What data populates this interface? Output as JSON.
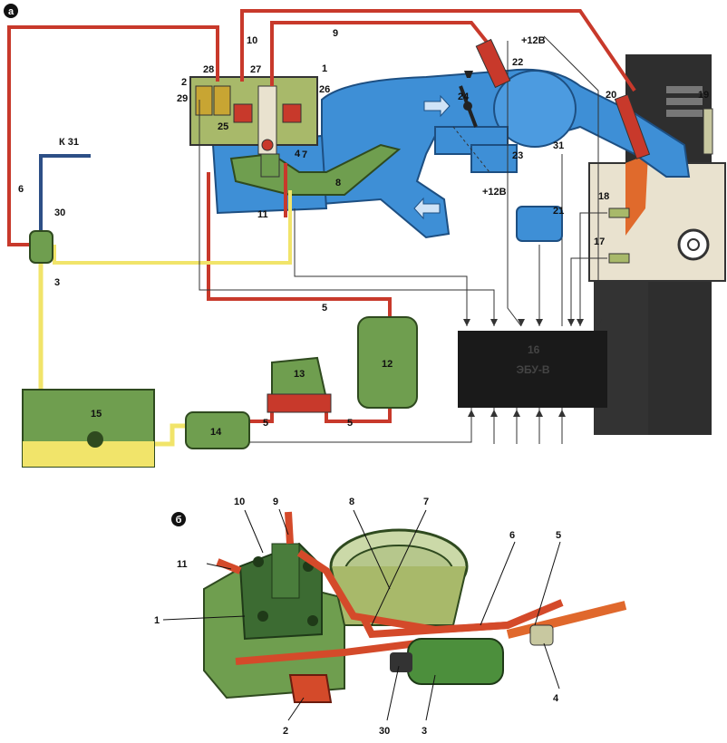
{
  "panels": {
    "a": {
      "marker": "а"
    },
    "b": {
      "marker": "б"
    }
  },
  "labels_top": {
    "n1": "1",
    "n2": "2",
    "n3": "3",
    "n4": "4",
    "n5": "5",
    "n5b": "5",
    "n5c": "5",
    "n6": "6",
    "n7": "7",
    "n8": "8",
    "n9": "9",
    "n10": "10",
    "n11": "11",
    "n12": "12",
    "n13": "13",
    "n14": "14",
    "n15": "15",
    "n16": "16",
    "n17": "17",
    "n18": "18",
    "n19": "19",
    "n20": "20",
    "n21": "21",
    "n22": "22",
    "n23": "23",
    "n24": "24",
    "n25": "25",
    "n26": "26",
    "n27": "27",
    "n28": "28",
    "n29": "29",
    "n30": "30",
    "n31": "31"
  },
  "texts": {
    "k31": "К 31",
    "v12a": "+12В",
    "v12b": "+12В",
    "ecu": "ЭБУ-В"
  },
  "labels_bottom": {
    "n1": "1",
    "n2": "2",
    "n3": "3",
    "n4": "4",
    "n5": "5",
    "n6": "6",
    "n7": "7",
    "n8": "8",
    "n9": "9",
    "n10": "10",
    "n11": "11",
    "n30": "30"
  },
  "colors": {
    "fuel_red": "#c8392b",
    "fuel_yellow": "#f1e46a",
    "air_blue": "#3e8fd6",
    "part_green": "#6f9e4f",
    "ecu_black": "#1a1a1a",
    "engine_dark": "#2b2b2b"
  }
}
